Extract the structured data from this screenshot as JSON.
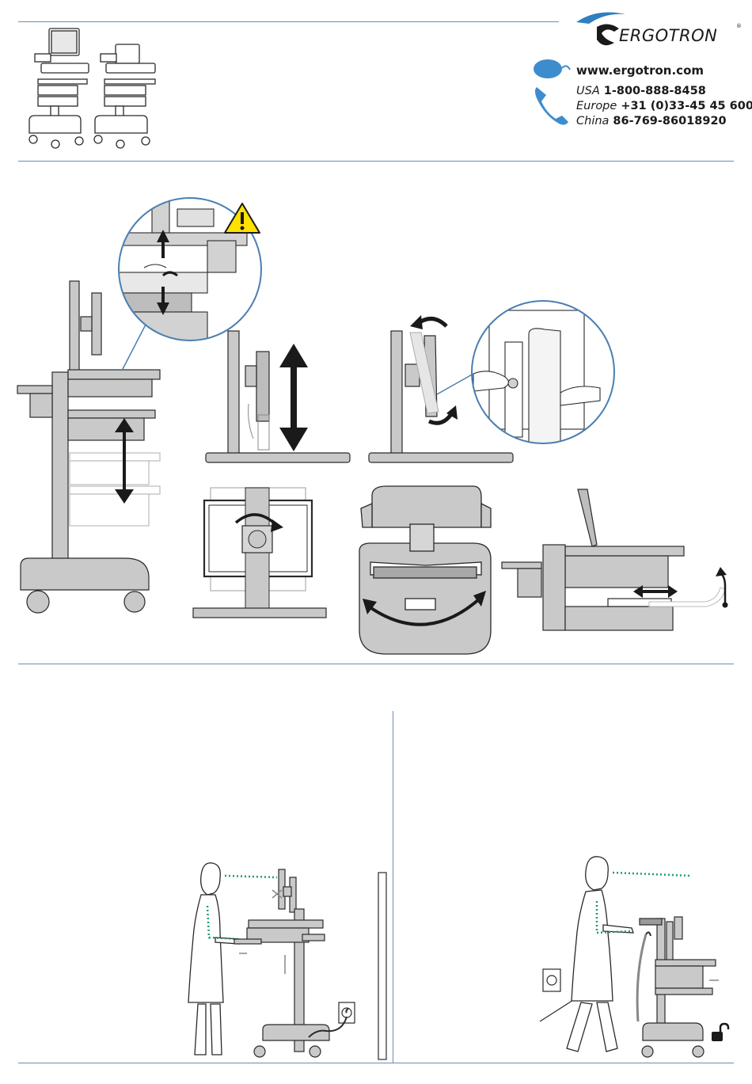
{
  "header": {
    "brand": "ERGOTRON",
    "registered_mark": "®",
    "website": "www.ergotron.com",
    "contacts": [
      {
        "region": "USA",
        "number": "1-800-888-8458"
      },
      {
        "region": "Europe",
        "number": "+31 (0)33-45 45 600"
      },
      {
        "region": "China",
        "number": "86-769-86018920"
      }
    ]
  },
  "icons": [
    "mouse-icon",
    "phone-icon",
    "warning-icon",
    "unlock-icon"
  ],
  "colors": {
    "rule": "#6a8fb0",
    "brand_blue": "#2f7fc1",
    "cart_gray": "#c9c9c9",
    "outline": "#2a2a2a",
    "warning_yellow": "#ffe100",
    "sightline_green": "#1a9e6a"
  }
}
